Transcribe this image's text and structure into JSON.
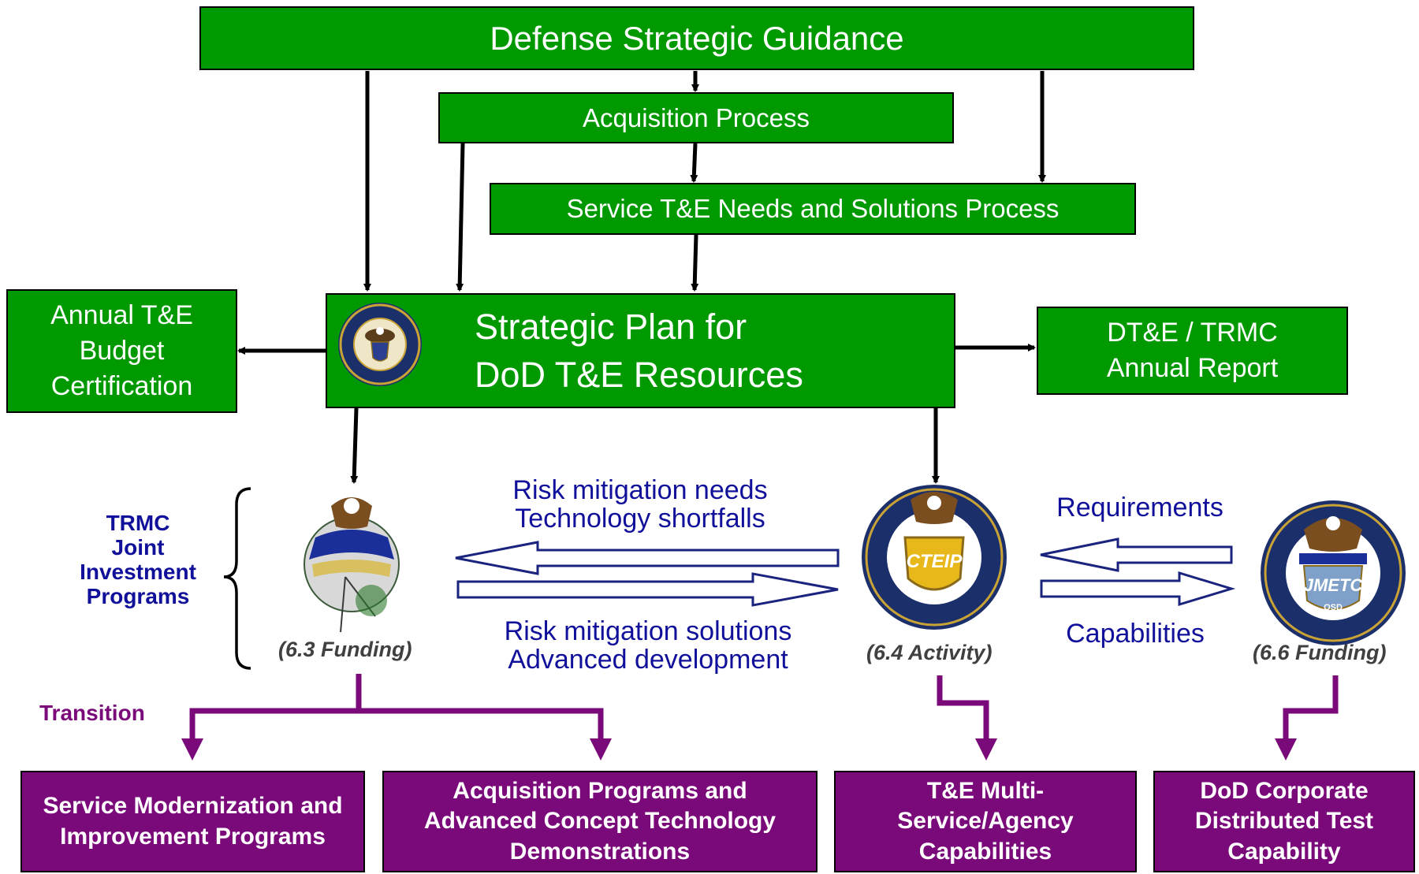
{
  "top_box": "Defense Strategic Guidance",
  "acquisition_box": "Acquisition Process",
  "service_box": "Service T&E Needs and Solutions Process",
  "plan_box": "Strategic Plan for\nDoD T&E Resources",
  "budget_box": "Annual T&E\nBudget\nCertification",
  "report_box": "DT&E / TRMC\nAnnual Report",
  "trmc_label": "TRMC\nJoint\nInvestment\nPrograms",
  "funding_63": "(6.3 Funding)",
  "activity_64": "(6.4 Activity)",
  "funding_66": "(6.6 Funding)",
  "risk_needs": "Risk mitigation needs\nTechnology shortfalls",
  "risk_solutions": "Risk mitigation solutions\nAdvanced development",
  "requirements_label": "Requirements",
  "capabilities_label": "Capabilities",
  "transition_label": "Transition",
  "bottom_boxes": [
    "Service Modernization and\nImprovement Programs",
    "Acquisition Programs and\nAdvanced Concept Technology\nDemonstrations",
    "T&E Multi-\nService/Agency\nCapabilities",
    "DoD Corporate\nDistributed Test\nCapability"
  ],
  "seal_cteip_text": "CTEIP",
  "seal_jmetc_text": "JMETC",
  "seal_jmetc_sub": "OSD",
  "colors": {
    "green": "#009a00",
    "purple": "#7a0a7a",
    "blue_text": "#10109a",
    "gray_text": "#404040"
  }
}
